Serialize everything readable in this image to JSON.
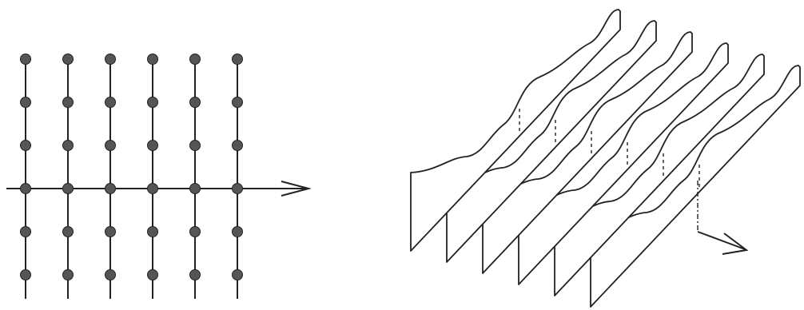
{
  "colors": {
    "background": "#ffffff",
    "ink": "#222222",
    "dot": "#555555"
  },
  "left_diagram": {
    "lattice_columns": 6,
    "lattice_rows": 6,
    "axis_row_index": 3,
    "has_arrow_axis": true
  },
  "right_diagram": {
    "sheet_count": 6,
    "has_dashed_markers": true,
    "has_arrow": true
  }
}
